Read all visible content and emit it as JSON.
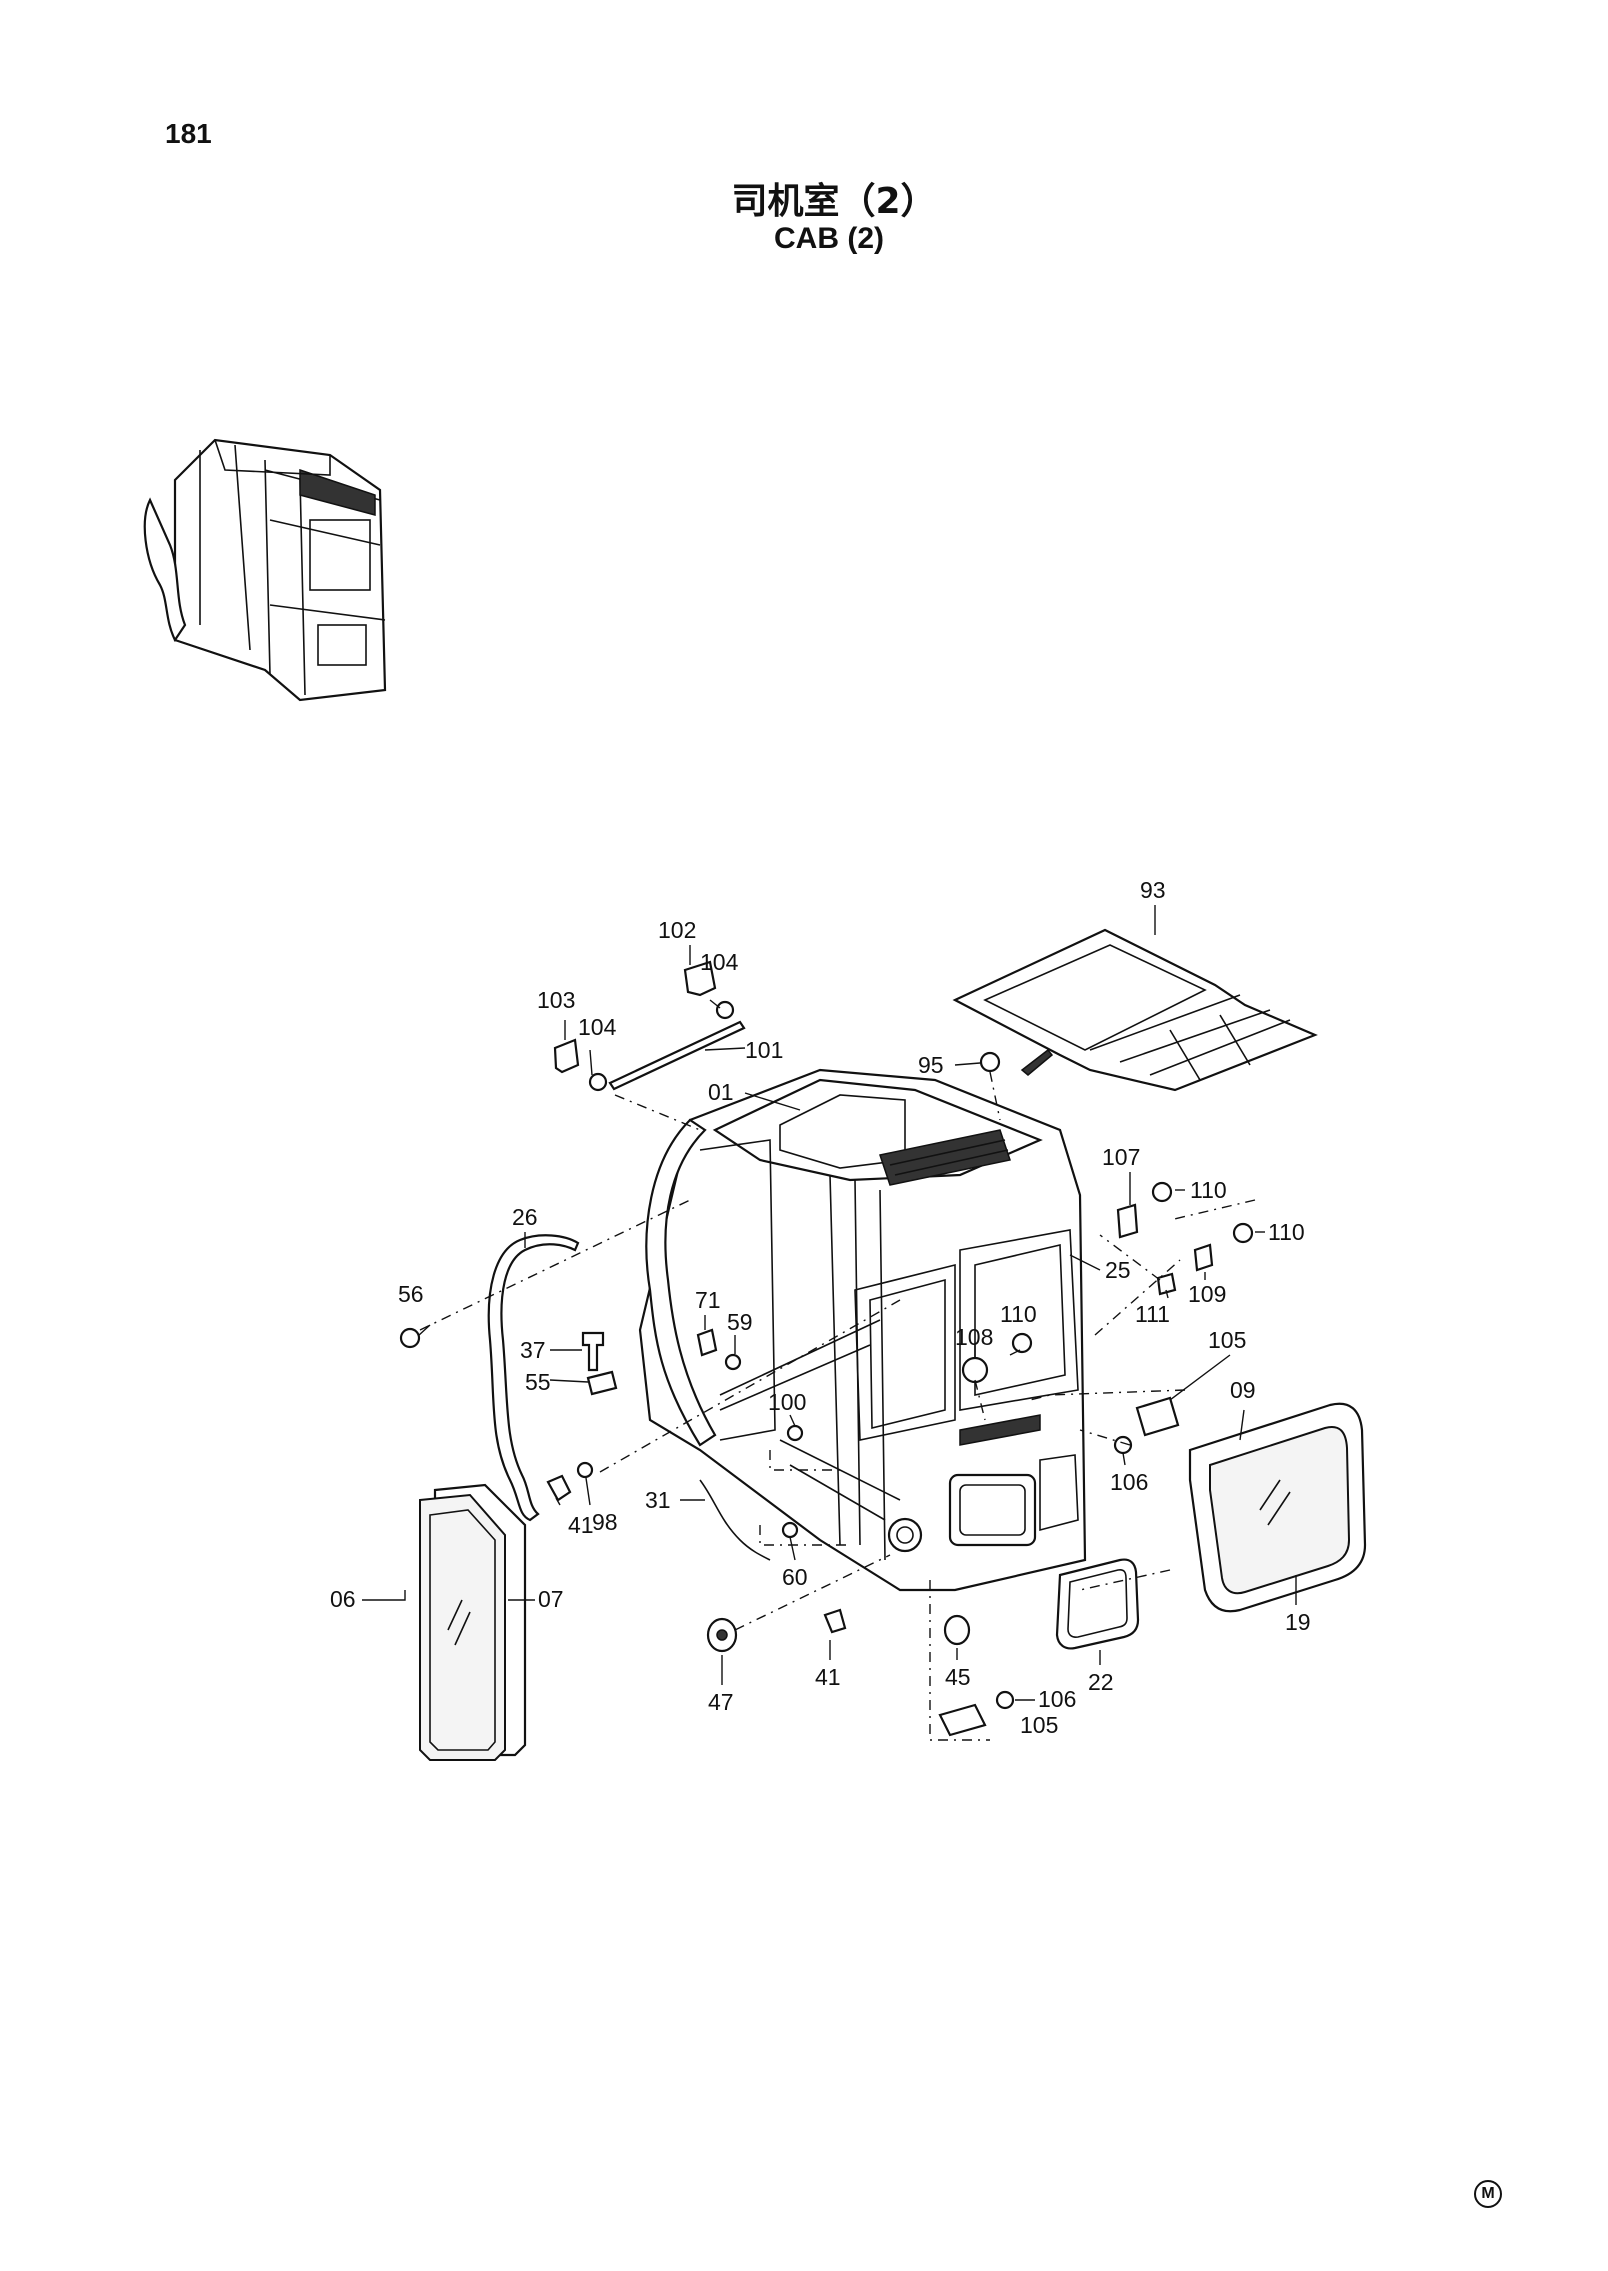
{
  "page": {
    "number": "181"
  },
  "title": {
    "chinese": "司机室（2）",
    "english": "CAB (2)"
  },
  "corner_mark": "M",
  "callouts": [
    {
      "key": "c93",
      "label": "93"
    },
    {
      "key": "c102",
      "label": "102"
    },
    {
      "key": "c104a",
      "label": "104"
    },
    {
      "key": "c103",
      "label": "103"
    },
    {
      "key": "c104b",
      "label": "104"
    },
    {
      "key": "c101",
      "label": "101"
    },
    {
      "key": "c95",
      "label": "95"
    },
    {
      "key": "c01",
      "label": "01"
    },
    {
      "key": "c107",
      "label": "107"
    },
    {
      "key": "c110a",
      "label": "110"
    },
    {
      "key": "c110b",
      "label": "110"
    },
    {
      "key": "c26",
      "label": "26"
    },
    {
      "key": "c25",
      "label": "25"
    },
    {
      "key": "c109",
      "label": "109"
    },
    {
      "key": "c56",
      "label": "56"
    },
    {
      "key": "c71",
      "label": "71"
    },
    {
      "key": "c59",
      "label": "59"
    },
    {
      "key": "c110c",
      "label": "110"
    },
    {
      "key": "c111",
      "label": "111"
    },
    {
      "key": "c108",
      "label": "108"
    },
    {
      "key": "c105a",
      "label": "105"
    },
    {
      "key": "c37",
      "label": "37"
    },
    {
      "key": "c55",
      "label": "55"
    },
    {
      "key": "c09",
      "label": "09"
    },
    {
      "key": "c100",
      "label": "100"
    },
    {
      "key": "c106a",
      "label": "106"
    },
    {
      "key": "c31",
      "label": "31"
    },
    {
      "key": "c41a",
      "label": "41"
    },
    {
      "key": "c98",
      "label": "98"
    },
    {
      "key": "c60",
      "label": "60"
    },
    {
      "key": "c06",
      "label": "06"
    },
    {
      "key": "c07",
      "label": "07"
    },
    {
      "key": "c19",
      "label": "19"
    },
    {
      "key": "c22",
      "label": "22"
    },
    {
      "key": "c41b",
      "label": "41"
    },
    {
      "key": "c45",
      "label": "45"
    },
    {
      "key": "c106b",
      "label": "106"
    },
    {
      "key": "c47",
      "label": "47"
    },
    {
      "key": "c105b",
      "label": "105"
    }
  ]
}
